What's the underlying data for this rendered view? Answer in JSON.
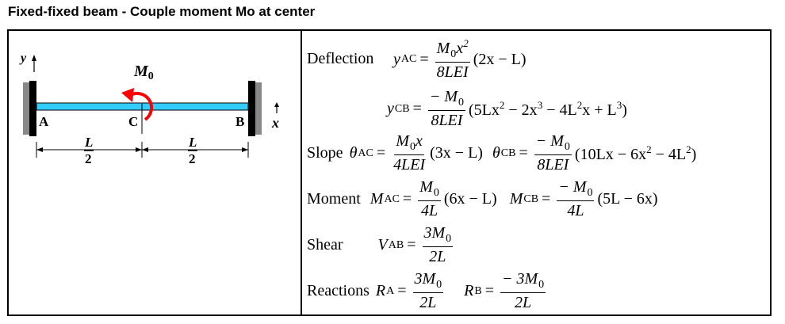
{
  "title": "Fixed-fixed beam - Couple moment Mo at center",
  "figure": {
    "axis_y": "y",
    "axis_x": "x",
    "moment_label": "M",
    "moment_sub": "0",
    "point_a": "A",
    "point_c": "C",
    "point_b": "B",
    "dim_left_num": "L",
    "dim_left_den": "2",
    "dim_right_num": "L",
    "dim_right_den": "2",
    "beam_color": "#33ccff",
    "arrow_color": "#ff0000"
  },
  "deflection": {
    "label": "Deflection",
    "ac_var": "y",
    "ac_sub": "AC",
    "ac_num": "M",
    "ac_num_sub": "0",
    "ac_num_rest": "x",
    "ac_num_pow": "2",
    "ac_den": "8LEI",
    "ac_tail": "(2x − L)",
    "cb_var": "y",
    "cb_sub": "CB",
    "cb_num": "− M",
    "cb_num_sub": "0",
    "cb_den": "8LEI",
    "cb_tail_a": "(5Lx",
    "cb_tail_a_pow": "2",
    "cb_tail_b": " − 2x",
    "cb_tail_b_pow": "3",
    "cb_tail_c": " − 4L",
    "cb_tail_c_pow": "2",
    "cb_tail_d": "x + L",
    "cb_tail_d_pow": "3",
    "cb_tail_e": ")"
  },
  "slope": {
    "label": "Slope",
    "ac_var": "θ",
    "ac_sub": "AC",
    "ac_num": "M",
    "ac_num_sub": "0",
    "ac_num_rest": "x",
    "ac_den": "4LEI",
    "ac_tail": "(3x − L)",
    "cb_var": "θ",
    "cb_sub": "CB",
    "cb_num": "− M",
    "cb_num_sub": "0",
    "cb_den": "8LEI",
    "cb_tail_a": "(10Lx − 6x",
    "cb_tail_a_pow": "2",
    "cb_tail_b": " − 4L",
    "cb_tail_b_pow": "2",
    "cb_tail_c": ")"
  },
  "moment": {
    "label": "Moment",
    "ac_var": "M",
    "ac_sub": "AC",
    "ac_num": "M",
    "ac_num_sub": "0",
    "ac_den": "4L",
    "ac_tail": "(6x − L)",
    "cb_var": "M",
    "cb_sub": "CB",
    "cb_num": "− M",
    "cb_num_sub": "0",
    "cb_den": "4L",
    "cb_tail": "(5L − 6x)"
  },
  "shear": {
    "label": "Shear",
    "var": "V",
    "sub": "AB",
    "num": "3M",
    "num_sub": "0",
    "den": "2L"
  },
  "reactions": {
    "label": "Reactions",
    "a_var": "R",
    "a_sub": "A",
    "a_num": "3M",
    "a_num_sub": "0",
    "a_den": "2L",
    "b_var": "R",
    "b_sub": "B",
    "b_num": "− 3M",
    "b_num_sub": "0",
    "b_den": "2L"
  },
  "equals": "="
}
